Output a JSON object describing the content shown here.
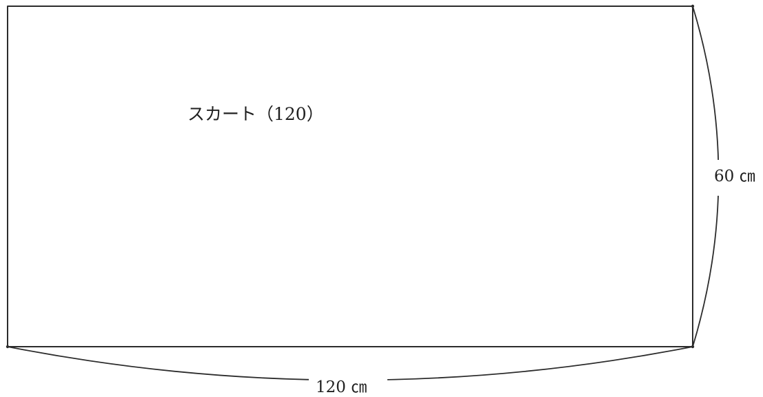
{
  "piece": {
    "label": "スカート（120）"
  },
  "dimensions": {
    "width_label": "120 ㎝",
    "height_label": "60 ㎝"
  }
}
